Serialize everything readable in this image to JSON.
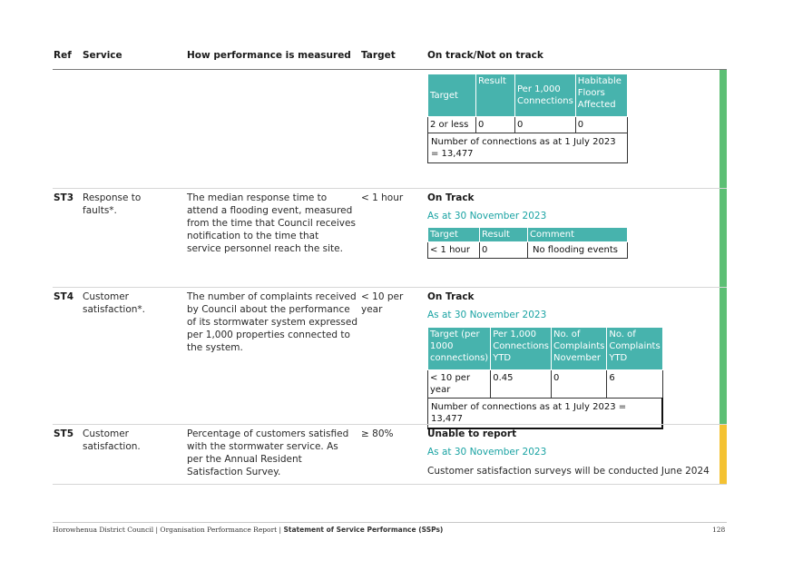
{
  "header": {
    "ref": "Ref",
    "service": "Service",
    "how": "How performance is measured",
    "target": "Target",
    "status": "On track/Not on track"
  },
  "continued": {
    "table": {
      "h1": "Target",
      "h2": "Result",
      "h3": "Per 1,000 Connections",
      "h4": "Habitable Floors Affected",
      "r1": "2 or less",
      "r2": "0",
      "r3": "0",
      "r4": "0",
      "note": "Number of connections as at 1 July 2023 = 13,477"
    }
  },
  "rows": {
    "st3": {
      "ref": "ST3",
      "service": "Response to faults*.",
      "how": "The median response time to attend a flooding event, measured from the time that Council receives notification to the time that service personnel reach the site.",
      "target": "< 1 hour",
      "status": "On Track",
      "as_at": "As at 30 November 2023",
      "table": {
        "h1": "Target",
        "h2": "Result",
        "h3": "Comment",
        "r1": "< 1 hour",
        "r2": "0",
        "r3": "No flooding events"
      }
    },
    "st4": {
      "ref": "ST4",
      "service": "Customer satisfaction*.",
      "how": "The number of complaints received by Council about the performance of its stormwater system expressed per 1,000 properties connected to the system.",
      "target": "< 10 per year",
      "status": "On Track",
      "as_at": "As at 30 November 2023",
      "table": {
        "h1": "Target (per 1000 connections)",
        "h2": "Per 1,000 Connections YTD",
        "h3": "No. of Complaints November",
        "h4": "No. of Complaints YTD",
        "r1": "< 10 per year",
        "r2": "0.45",
        "r3": "0",
        "r4": "6",
        "note": "Number of connections as at 1 July 2023 = 13,477"
      }
    },
    "st5": {
      "ref": "ST5",
      "service": "Customer satisfaction.",
      "how": "Percentage of customers satisfied with the stormwater service. As per the Annual Resident Satisfaction Survey.",
      "target": "≥ 80%",
      "status": "Unable to report",
      "as_at": "As at 30 November 2023",
      "comment": "Customer satisfaction surveys will be conducted June 2024"
    }
  },
  "colors": {
    "on_track": "#5cbf74",
    "unable": "#f4c232",
    "teal": "#47b3ad",
    "as_at": "#1aa3a3"
  },
  "footer": {
    "left": "Horowhenua District Council | Organisation Performance Report | ",
    "bold": "Statement of Service Performance (SSPs)",
    "page": "128"
  }
}
